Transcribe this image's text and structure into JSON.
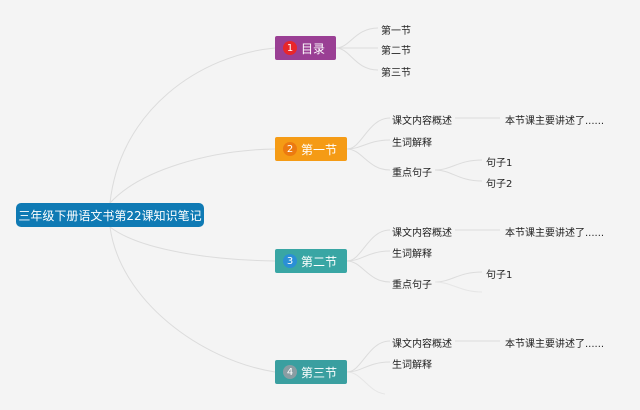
{
  "root": "三年级下册语文书第22课知识笔记",
  "sections": [
    {
      "number": "1",
      "title": "目录",
      "color": "#9a3f94",
      "num_color": "#e8262a",
      "children": [
        "第一节",
        "第二节",
        "第三节"
      ]
    },
    {
      "number": "2",
      "title": "第一节",
      "color": "#f59b15",
      "num_color": "#ec7a10",
      "children": [
        "课文内容概述",
        "生词解释",
        "重点句子"
      ],
      "summary_note": "本节课主要讲述了......",
      "sentences": [
        "句子1",
        "句子2"
      ]
    },
    {
      "number": "3",
      "title": "第二节",
      "color": "#39a6a4",
      "num_color": "#2a8fd6",
      "children": [
        "课文内容概述",
        "生词解释",
        "重点句子"
      ],
      "summary_note": "本节课主要讲述了......",
      "sentences": [
        "句子1"
      ]
    },
    {
      "number": "4",
      "title": "第三节",
      "color": "#3a9fa0",
      "num_color": "#8a9da3",
      "children": [
        "课文内容概述",
        "生词解释"
      ],
      "summary_note": "本节课主要讲述了......"
    }
  ],
  "colors": {
    "background": "#f4f4f4",
    "root": "#0f7ab4",
    "line": "#dcdcdc"
  }
}
